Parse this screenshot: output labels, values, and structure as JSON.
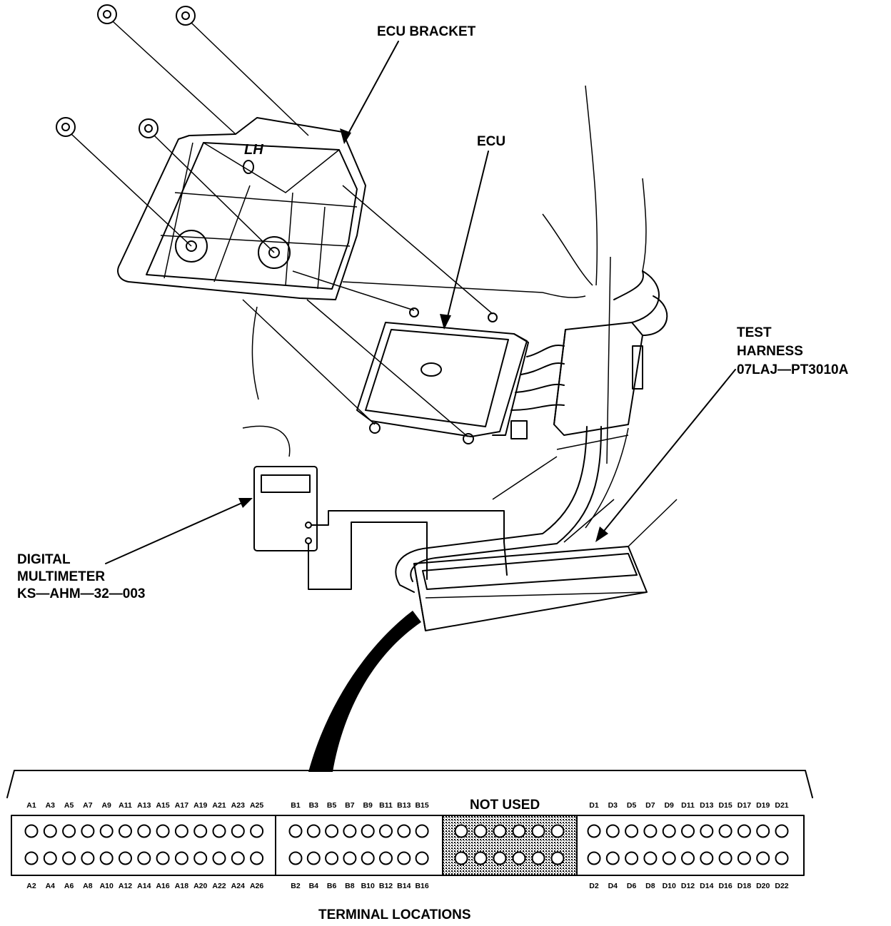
{
  "labels": {
    "ecu_bracket": "ECU BRACKET",
    "lh_mark": "LH",
    "ecu": "ECU",
    "test_harness_line1": "TEST",
    "test_harness_line2": "HARNESS",
    "test_harness_line3": "07LAJ—PT3010A",
    "multimeter_line1": "DIGITAL",
    "multimeter_line2": "MULTIMETER",
    "multimeter_line3": "KS—AHM—32—003",
    "not_used": "NOT USED",
    "terminal_locations": "TERMINAL LOCATIONS"
  },
  "connector": {
    "a_top": [
      "A1",
      "A3",
      "A5",
      "A7",
      "A9",
      "A11",
      "A13",
      "A15",
      "A17",
      "A19",
      "A21",
      "A23",
      "A25"
    ],
    "a_bottom": [
      "A2",
      "A4",
      "A6",
      "A8",
      "A10",
      "A12",
      "A14",
      "A16",
      "A18",
      "A20",
      "A22",
      "A24",
      "A26"
    ],
    "b_top": [
      "B1",
      "B3",
      "B5",
      "B7",
      "B9",
      "B11",
      "B13",
      "B15"
    ],
    "b_bottom": [
      "B2",
      "B4",
      "B6",
      "B8",
      "B10",
      "B12",
      "B14",
      "B16"
    ],
    "not_used_count": 6,
    "d_top": [
      "D1",
      "D3",
      "D5",
      "D7",
      "D9",
      "D11",
      "D13",
      "D15",
      "D17",
      "D19",
      "D21"
    ],
    "d_bottom": [
      "D2",
      "D4",
      "D6",
      "D8",
      "D10",
      "D12",
      "D14",
      "D16",
      "D18",
      "D20",
      "D22"
    ]
  }
}
